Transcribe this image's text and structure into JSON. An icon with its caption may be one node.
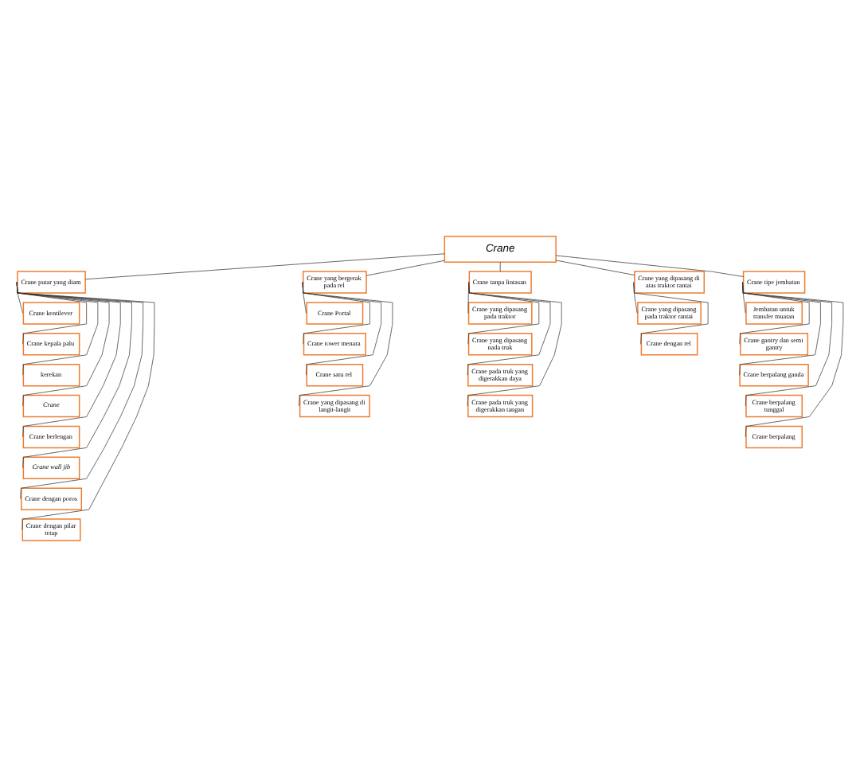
{
  "diagram": {
    "nodes": [
      {
        "text": [
          "Crane"
        ]
      },
      {
        "text": [
          "Crane putar yang diam"
        ]
      },
      {
        "text": [
          "Crane yang bergerak pada rel"
        ]
      },
      {
        "text": [
          "Crane tanpa lintasan"
        ]
      },
      {
        "text": [
          "Crane yang dipasang di atas traktor rantai"
        ]
      },
      {
        "text": [
          "Crane tipe jembatan"
        ]
      },
      {
        "text": [
          "Crane kentilever"
        ]
      },
      {
        "text": [
          "Crane kepala palu"
        ]
      },
      {
        "text": [
          "kerekan"
        ]
      },
      {
        "text": [
          "Crane"
        ]
      },
      {
        "text": [
          "Crane berlengan"
        ]
      },
      {
        "text": [
          "Crane wall jib"
        ]
      },
      {
        "text": [
          "Crane dengan poros"
        ]
      },
      {
        "text": [
          "Crane dengan pilar tetap"
        ]
      },
      {
        "text": [
          "Crane Portal"
        ]
      },
      {
        "text": [
          "Crane tower menara"
        ]
      },
      {
        "text": [
          "Crane satu rel"
        ]
      },
      {
        "text": [
          "Crane yang dipasang di langit-langit"
        ]
      },
      {
        "text": [
          "Crane yang dipasang pada traktor"
        ]
      },
      {
        "text": [
          "Crane yang dipasang nada truk"
        ]
      },
      {
        "text": [
          "Crane pada truk yang digerakkan daya"
        ]
      },
      {
        "text": [
          "Crane pada truk yang digerakkan tangan"
        ]
      },
      {
        "text": [
          "Crane yang dipasang pada traktor rantai"
        ]
      },
      {
        "text": [
          "Crane dengan rel"
        ]
      },
      {
        "text": [
          "Jembatan untuk transfer muatan"
        ]
      },
      {
        "text": [
          "Crane gantry dan semi gantry"
        ]
      },
      {
        "text": [
          "Crane berpalang ganda"
        ]
      },
      {
        "text": [
          "Crane berpalang tunggal"
        ]
      },
      {
        "text": [
          "Crane berpalang"
        ]
      }
    ],
    "edges": [
      {
        "from": 0,
        "to": 1,
        "arrow": "none"
      },
      {
        "from": 0,
        "to": 2,
        "arrow": "none"
      },
      {
        "from": 0,
        "to": 3,
        "arrow": "none"
      },
      {
        "from": 0,
        "to": 4,
        "arrow": "none"
      },
      {
        "from": 0,
        "to": 5,
        "arrow": "none"
      },
      {
        "from": 1,
        "to": 6,
        "arrow": "none"
      },
      {
        "from": 1,
        "to": 7,
        "arrow": "none"
      },
      {
        "from": 1,
        "to": 8,
        "arrow": "none"
      },
      {
        "from": 1,
        "to": 9,
        "arrow": "none"
      },
      {
        "from": 1,
        "to": 10,
        "arrow": "none"
      },
      {
        "from": 1,
        "to": 11,
        "arrow": "none"
      },
      {
        "from": 1,
        "to": 12,
        "arrow": "none"
      },
      {
        "from": 1,
        "to": 13,
        "arrow": "none"
      },
      {
        "from": 2,
        "to": 14,
        "arrow": "none"
      },
      {
        "from": 2,
        "to": 15,
        "arrow": "none"
      },
      {
        "from": 2,
        "to": 16,
        "arrow": "none"
      },
      {
        "from": 2,
        "to": 17,
        "arrow": "none"
      },
      {
        "from": 3,
        "to": 18,
        "arrow": "none"
      },
      {
        "from": 3,
        "to": 19,
        "arrow": "none"
      },
      {
        "from": 3,
        "to": 20,
        "arrow": "none"
      },
      {
        "from": 3,
        "to": 21,
        "arrow": "none"
      },
      {
        "from": 4,
        "to": 22,
        "arrow": "none"
      },
      {
        "from": 4,
        "to": 23,
        "arrow": "none"
      },
      {
        "from": 5,
        "to": 24,
        "arrow": "none"
      },
      {
        "from": 5,
        "to": 25,
        "arrow": "none"
      },
      {
        "from": 5,
        "to": 26,
        "arrow": "none"
      },
      {
        "from": 5,
        "to": 27,
        "arrow": "none"
      },
      {
        "from": 5,
        "to": 28,
        "arrow": "none"
      }
    ]
  }
}
